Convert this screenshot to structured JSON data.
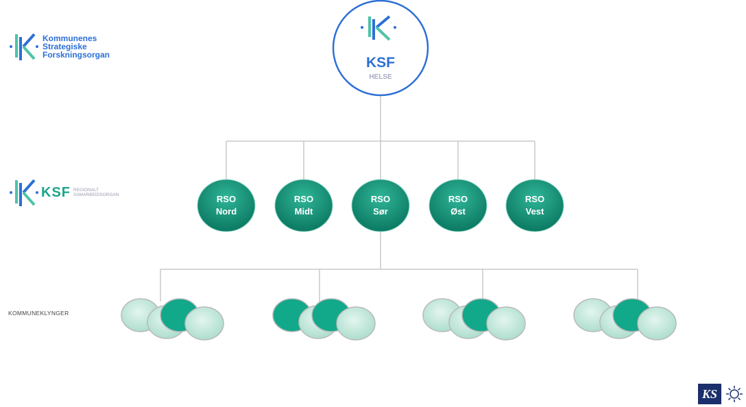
{
  "header_logo": {
    "icon": "ksf-k-logo-icon",
    "lines": [
      "Kommunenes",
      "Strategiske",
      "Forskningsorgan"
    ],
    "color": "#2c6fd6"
  },
  "top_node": {
    "acronym": "KSF",
    "subtitle": "HELSE",
    "border_color": "#2c6fd6"
  },
  "regional_logo": {
    "icon": "ksf-k-logo-icon",
    "acronym": "KSF",
    "sub_lines": [
      "REGIONALT",
      "SAMARBEIDSORGAN"
    ],
    "color": "#1ba58a"
  },
  "rso_nodes": [
    {
      "line1": "RSO",
      "line2": "Nord"
    },
    {
      "line1": "RSO",
      "line2": "Midt"
    },
    {
      "line1": "RSO",
      "line2": "Sør"
    },
    {
      "line1": "RSO",
      "line2": "Øst"
    },
    {
      "line1": "RSO",
      "line2": "Vest"
    }
  ],
  "kommuneklynger_label": "KOMMUNEKLYNGER",
  "clusters_count": 4,
  "colors": {
    "rso_fill": "#13957a",
    "cluster_dark": "#12a88a",
    "cluster_light": "#bfe6da",
    "line": "#c8c8c8"
  },
  "footer_logo": {
    "text": "KS",
    "icon": "sun-emblem-icon"
  }
}
